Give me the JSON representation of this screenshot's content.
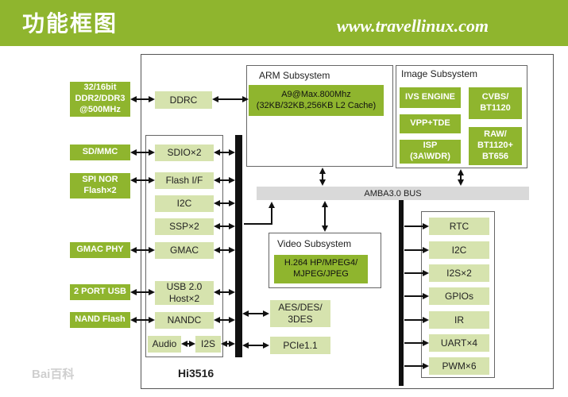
{
  "header": {
    "title": "功能框图",
    "url": "www.travellinux.com"
  },
  "chip": {
    "label": "Hi3516"
  },
  "external": {
    "ddr": "32/16bit\nDDR2/DDR3\n@500MHz",
    "sdmmc": "SD/MMC",
    "spinor": "SPI NOR\nFlash×2",
    "gmac_phy": "GMAC PHY",
    "usb": "2 PORT USB",
    "nand": "NAND Flash"
  },
  "left_column": {
    "ddrc": "DDRC",
    "sdio": "SDIO×2",
    "flash_if": "Flash I/F",
    "i2c": "I2C",
    "ssp": "SSP×2",
    "gmac": "GMAC",
    "usb_host": "USB 2.0\nHost×2",
    "nandc": "NANDC",
    "audio": "Audio",
    "i2s": "I2S"
  },
  "arm": {
    "title": "ARM Subsystem",
    "core": "A9@Max.800Mhz\n(32KB/32KB,256KB L2 Cache)"
  },
  "image": {
    "title": "Image Subsystem",
    "ivs": "IVS ENGINE",
    "vpp": "VPP+TDE",
    "isp": "ISP\n(3A\\WDR)",
    "cvbs": "CVBS/\nBT1120",
    "raw": "RAW/\nBT1120+\nBT656"
  },
  "bus": {
    "label": "AMBA3.0 BUS"
  },
  "video": {
    "title": "Video Subsystem",
    "codec": "H.264 HP/MPEG4/\nMJPEG/JPEG"
  },
  "misc": {
    "aes": "AES/DES/\n3DES",
    "pcie": "PCIe1.1"
  },
  "peripherals": [
    "RTC",
    "I2C",
    "I2S×2",
    "GPIOs",
    "IR",
    "UART×4",
    "PWM×6"
  ],
  "watermark": "Bai百科",
  "colors": {
    "banner": "#8fb52e",
    "light_block": "#d6e3ae",
    "dark_block": "#8fb52e",
    "bus": "#d9d9d9"
  }
}
